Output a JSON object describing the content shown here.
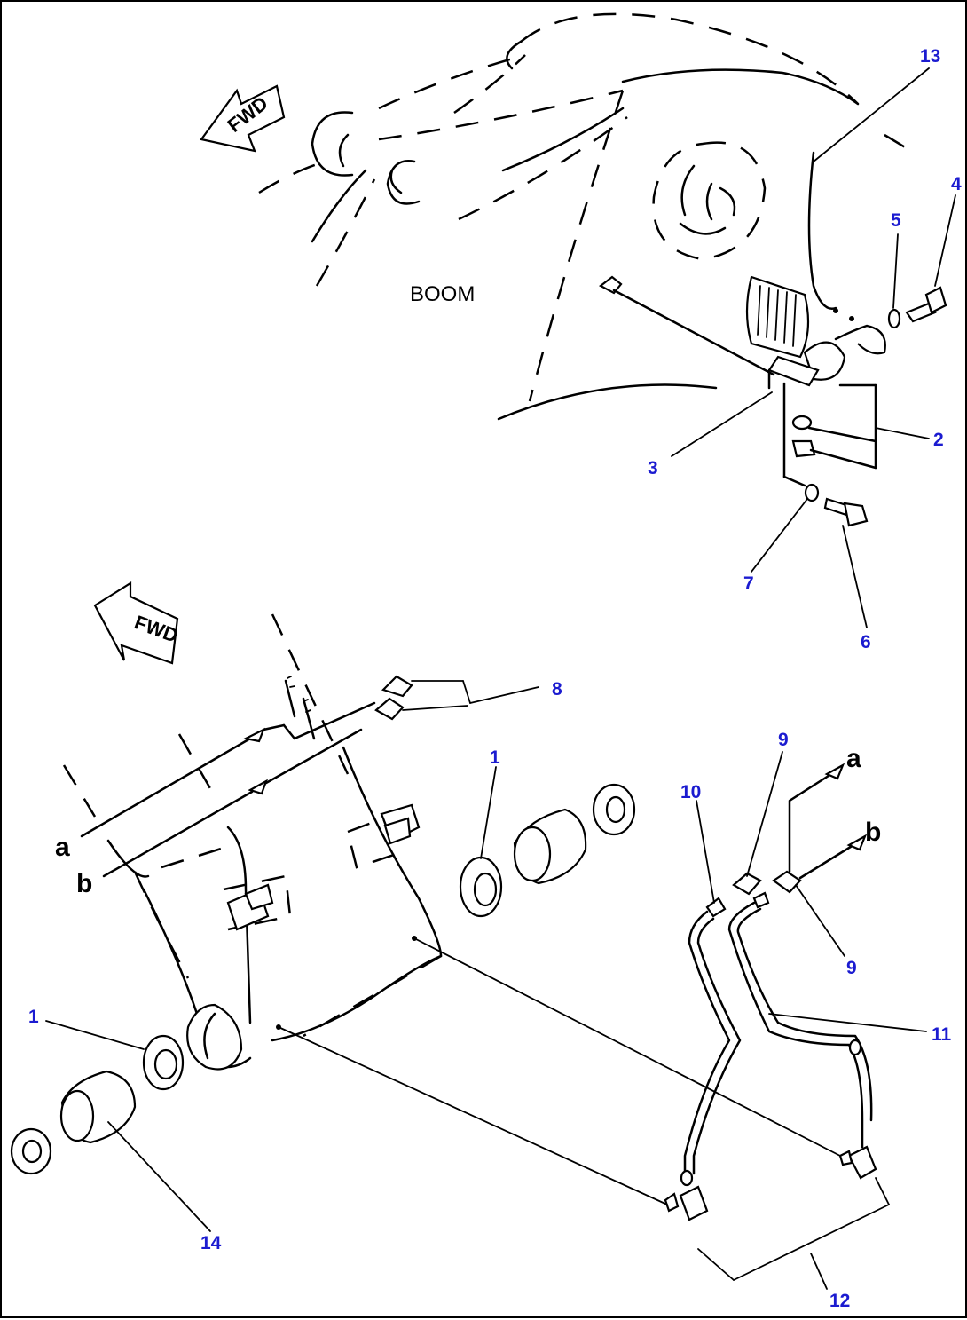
{
  "labels": {
    "boom": "BOOM",
    "fwd_top": "FWD",
    "fwd_bottom": "FWD",
    "letter_a_left": "a",
    "letter_b_left": "b",
    "letter_a_right": "a",
    "letter_b_right": "b"
  },
  "callouts": {
    "p1_center": "1",
    "p1_left": "1",
    "p2": "2",
    "p3": "3",
    "p4": "4",
    "p5": "5",
    "p6": "6",
    "p7": "7",
    "p8": "8",
    "p9_top": "9",
    "p9_bottom": "9",
    "p10": "10",
    "p11": "11",
    "p12": "12",
    "p13": "13",
    "p14": "14"
  },
  "colors": {
    "callout": "#1b1bd0",
    "line": "#000000",
    "background": "#ffffff"
  }
}
